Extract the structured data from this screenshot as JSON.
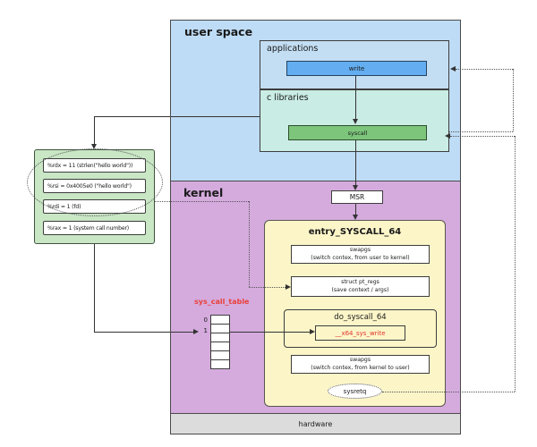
{
  "user_space": {
    "label": "user space"
  },
  "applications": {
    "label": "applications",
    "write": "write"
  },
  "c_libraries": {
    "label": "c libraries",
    "syscall": "syscall"
  },
  "kernel": {
    "label": "kernel",
    "msr": "MSR"
  },
  "entry": {
    "title": "entry_SYSCALL_64",
    "swapgs_enter_line1": "swapgs",
    "swapgs_enter_line2": "(switch contex, from user to kernel)",
    "pt_regs_line1": "struct pt_regs",
    "pt_regs_line2": "(save context / args)",
    "do_syscall_title": "do_syscall_64",
    "handler": "__x64_sys_write",
    "swapgs_exit_line1": "swapgs",
    "swapgs_exit_line2": "(switch contex, from kernel to user)",
    "sysretq": "sysretq"
  },
  "sys_call_table": {
    "label": "sys_call_table",
    "indices": [
      "0",
      "1"
    ],
    "row_count": 6
  },
  "registers": {
    "items": [
      "%rdx = 11 (strlen(\"hello world\"))",
      "%rsi = 0x4005e0 (\"hello world\")",
      "%rdi = 1 (fd)",
      "%rax = 1 (system call number)"
    ]
  },
  "hardware": {
    "label": "hardware"
  },
  "colors": {
    "user_space_bg": "#bedcf5",
    "applications_bg": "#c3def3",
    "write_fill": "#63adf0",
    "c_libraries_bg": "#c9ece4",
    "syscall_fill": "#7cc57b",
    "kernel_bg": "#d5abde",
    "entry_bg": "#fcf5c8",
    "registers_bg": "#c9e6c5",
    "hardware_bg": "#dcdcdc",
    "highlight_red": "#e8413a",
    "border_dark": "#3d3d3d"
  }
}
